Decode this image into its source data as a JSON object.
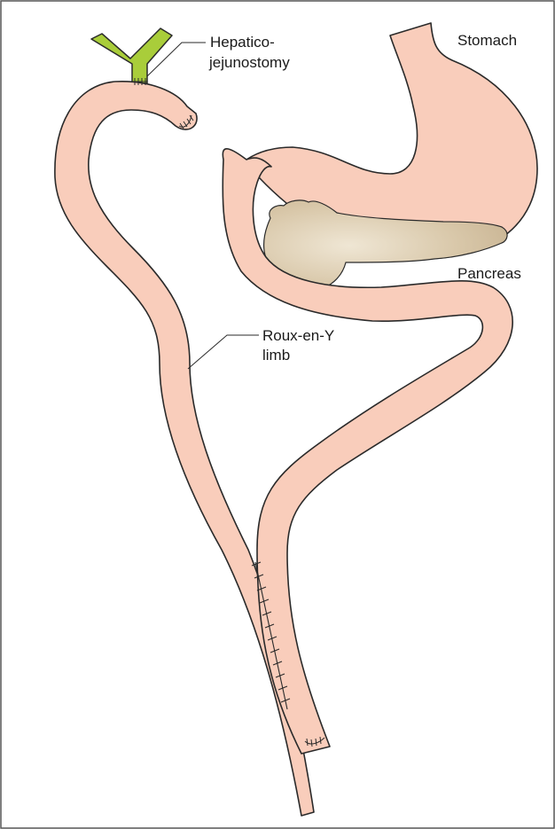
{
  "labels": {
    "hepatico_line1": "Hepatico-",
    "hepatico_line2": "jejunostomy",
    "stomach": "Stomach",
    "pancreas": "Pancreas",
    "roux_line1": "Roux-en-Y",
    "roux_line2": "limb"
  },
  "colors": {
    "bowel_fill": "#f9cdbb",
    "outline": "#2a2a2a",
    "bile_duct": "#a9cd3a",
    "pancreas_light": "#ece2cf",
    "pancreas_dark": "#c8b496",
    "frame": "#555555"
  }
}
